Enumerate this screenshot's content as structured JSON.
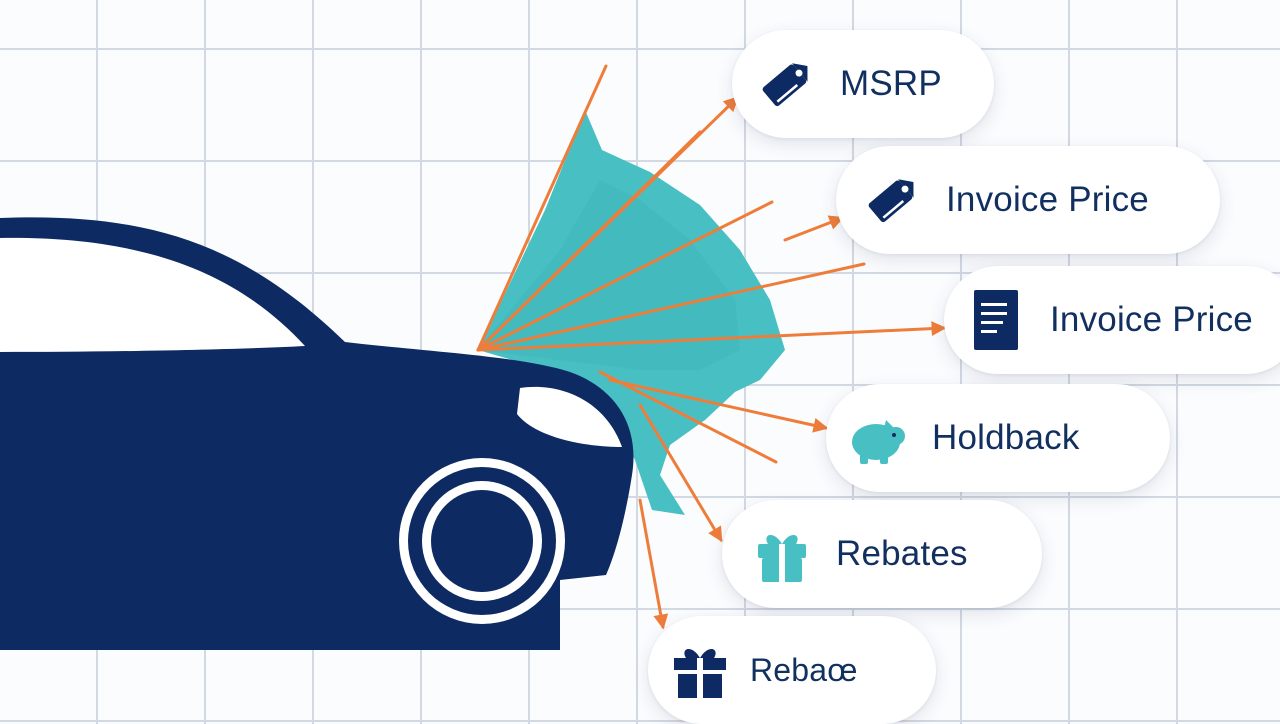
{
  "colors": {
    "navy": "#0d2b62",
    "teal": "#48c0c3",
    "arrow": "#ef7d3a",
    "label": "#12305f"
  },
  "cards": [
    {
      "id": "msrp",
      "label": "MSRP",
      "icon": "price-tag-icon"
    },
    {
      "id": "invoice-price-1",
      "label": "Invoice Price",
      "icon": "price-tag-icon"
    },
    {
      "id": "invoice-price-2",
      "label": "Invoice Price",
      "icon": "document-icon"
    },
    {
      "id": "holdback",
      "label": "Holdback",
      "icon": "piggy-bank-icon"
    },
    {
      "id": "rebates-1",
      "label": "Rebates",
      "icon": "gift-icon"
    },
    {
      "id": "rebates-2",
      "label": "Rebaœ",
      "icon": "gift-box-icon"
    }
  ]
}
